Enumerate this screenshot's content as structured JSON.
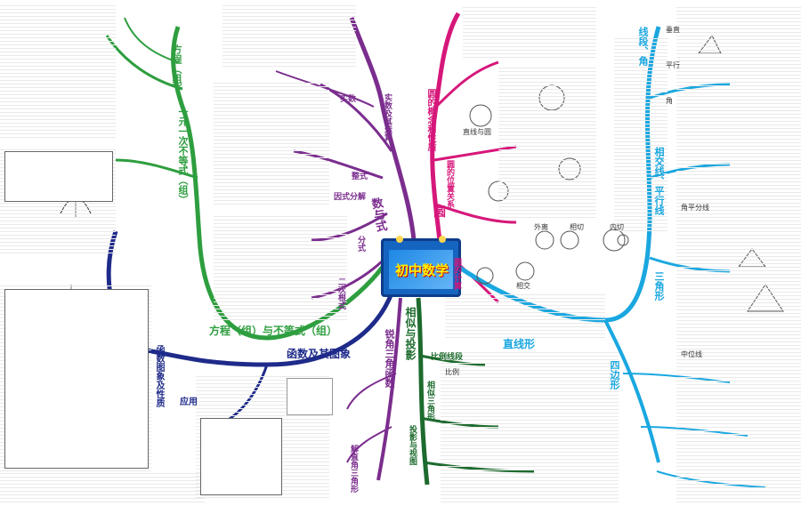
{
  "center_title": "初中数学",
  "branches": {
    "numbers_expressions": "数与式",
    "real_numbers": "实数",
    "real_numbers_ops": "实数及其运算",
    "equations_inequalities": "方程（组）与不等式（组）",
    "equations_group": "方程（组）",
    "linear_inequality": "一元一次不等式（组）",
    "functions": "函数及其图象",
    "function_props": "函数图象及性质",
    "application": "应用",
    "trig": "锐角三角函数",
    "triangle": "三角形",
    "circle": "圆",
    "circle_concepts": "圆的概念和性质",
    "lines_angles": "线段、角",
    "parallel_lines": "相交线、平行线",
    "right_triangle": "三角形",
    "straight_line": "直线形",
    "similar": "相似与投影",
    "proportional": "比例线段",
    "similar_triangle": "相似三角形",
    "projection": "投影与视图",
    "quadrilateral": "四边形",
    "circle_position": "圆的位置关系",
    "segment_def": "圆的计算",
    "fraction": "分式",
    "integral": "整式",
    "radical": "二次根式",
    "factorization": "因式分解"
  },
  "side_labels": {
    "perpendicular": "垂直",
    "parallel": "平行",
    "angle": "角",
    "relations": "直线与圆",
    "inscribed": "内切",
    "external": "外离",
    "tangent": "相切",
    "intersect": "相交",
    "bisector": "角平分线",
    "midline": "中位线",
    "ratio": "比例",
    "solution": "解直角三角形"
  },
  "colors": {
    "purple": "#7b2d8e",
    "green": "#2e9e3f",
    "navy": "#1f2b8a",
    "magenta": "#d6177a",
    "cyan": "#1aa7e0",
    "dark_green": "#1d6b2e",
    "accent": "#1565c0"
  }
}
